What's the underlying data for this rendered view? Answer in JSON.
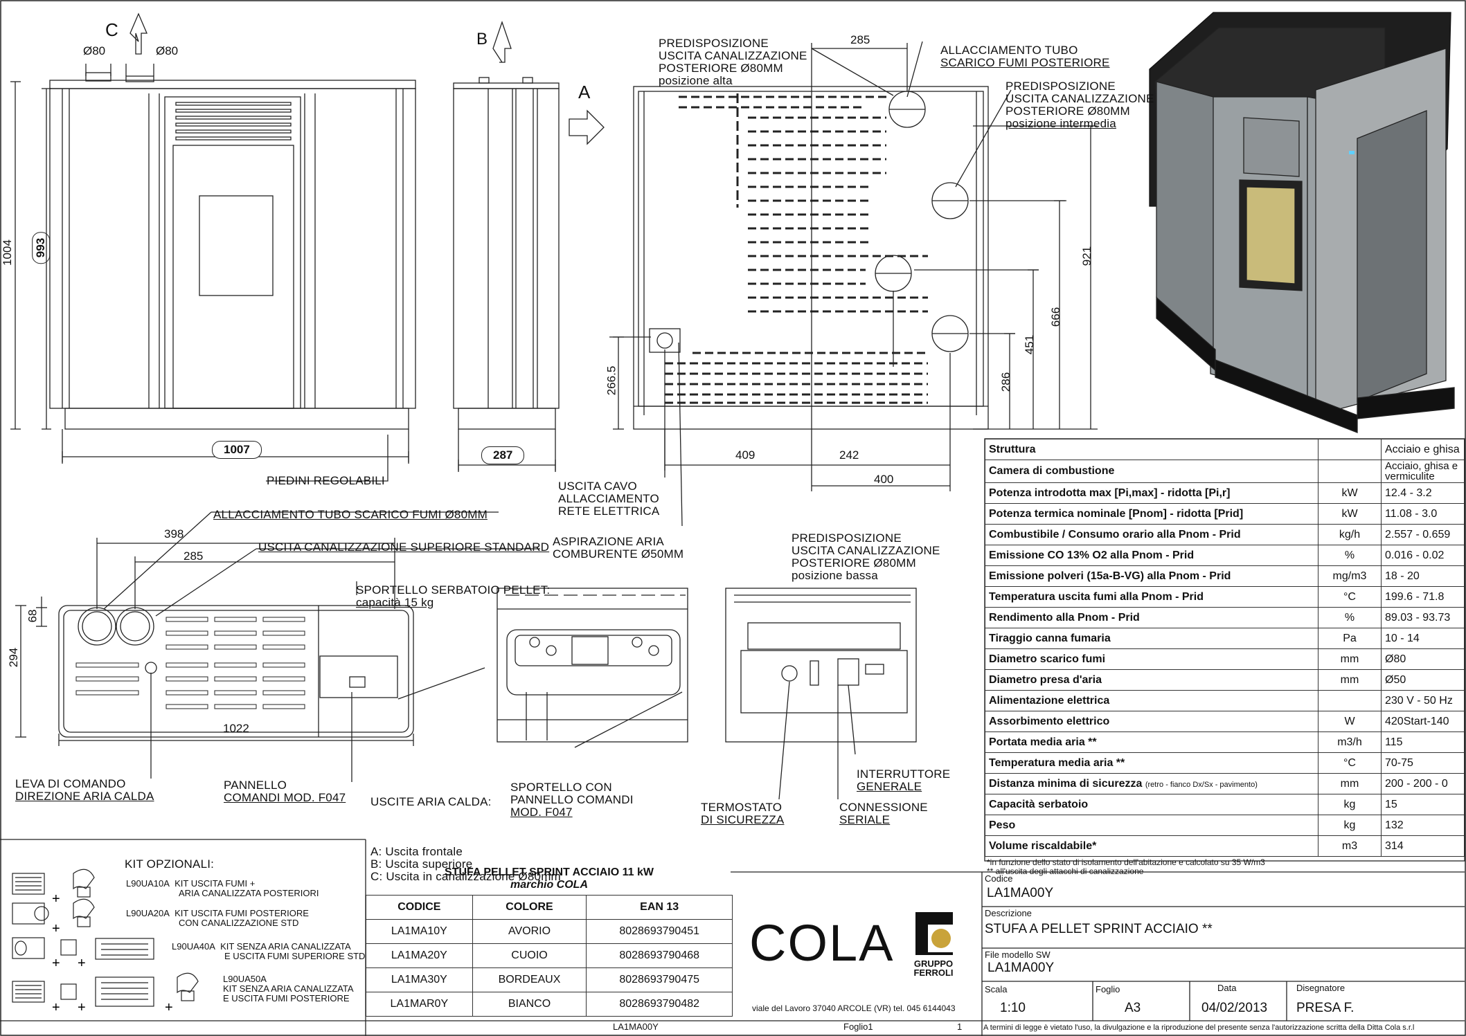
{
  "front_view": {
    "letter": "C",
    "dia_left": "Ø80",
    "dia_right": "Ø80",
    "h_total": "1004",
    "h_inner": "993",
    "width": "1007",
    "feet_label": "PIEDINI REGOLABILI"
  },
  "side_view": {
    "letter": "B",
    "depth": "287"
  },
  "rear_view": {
    "letter": "A",
    "label_top_left": [
      "PREDISPOSIZIONE",
      "USCITA CANALIZZAZIONE",
      "POSTERIORE Ø80mm",
      "posizione alta"
    ],
    "label_top_right": [
      "ALLACCIAMENTO TUBO",
      "SCARICO FUMI POSTERIORE"
    ],
    "label_mid": [
      "PREDISPOSIZIONE",
      "USCITA CANALIZZAZIONE",
      "POSTERIORE Ø80mm",
      "posizione intermedia"
    ],
    "label_cable": [
      "USCITA CAVO",
      "ALLACCIAMENTO",
      "RETE ELETTRICA"
    ],
    "label_air": [
      "ASPIRAZIONE ARIA",
      "COMBURENTE Ø50mm"
    ],
    "label_low": [
      "PREDISPOSIZIONE",
      "USCITA CANALIZZAZIONE",
      "POSTERIORE Ø80mm",
      "posizione bassa"
    ],
    "dims": {
      "d285": "285",
      "d921": "921",
      "d666": "666",
      "d451": "451",
      "d286": "286",
      "d2665": "266.5",
      "d409": "409",
      "d242": "242",
      "d400": "400"
    }
  },
  "top_view": {
    "label_flue": "ALLACCIAMENTO TUBO SCARICO FUMI Ø80mm",
    "label_channel": "USCITA CANALIZZAZIONE SUPERIORE STANDARD",
    "label_tank": [
      "SPORTELLO SERBATOIO PELLET:",
      "capacità 15 kg"
    ],
    "dims": {
      "d398": "398",
      "d285": "285",
      "d68": "68",
      "d294": "294",
      "d1022": "1022"
    },
    "label_lever": [
      "LEVA DI COMANDO",
      "DIREZIONE ARIA CALDA"
    ],
    "label_panel": [
      "PANNELLO",
      "COMANDI MOD. F047"
    ]
  },
  "details": {
    "label_door": [
      "SPORTELLO CON",
      "PANNELLO COMANDI",
      "MOD. F047"
    ],
    "label_thermo": [
      "TERMOSTATO",
      "DI SICUREZZA"
    ],
    "label_switch": [
      "INTERRUTTORE",
      "GENERALE"
    ],
    "label_serial": [
      "CONNESSIONE",
      "SERIALE"
    ]
  },
  "outlets": {
    "title": "USCITE ARIA CALDA:",
    "lines": [
      "A: Uscita frontale",
      "B: Uscita superiore",
      "C: Uscita in canalizzazione Ø80mm"
    ]
  },
  "kits": {
    "title": "KIT OPZIONALI:",
    "items": [
      {
        "code": "L90UA10A",
        "desc": [
          "KIT USCITA FUMI +",
          "ARIA CANALIZZATA POSTERIORI"
        ]
      },
      {
        "code": "L90UA20A",
        "desc": [
          "KIT USCITA FUMI POSTERIORE",
          "CON CANALIZZAZIONE STD"
        ]
      },
      {
        "code": "L90UA40A",
        "desc": [
          "KIT SENZA ARIA CANALIZZATA",
          "E USCITA FUMI SUPERIORE STD"
        ]
      },
      {
        "code": "L90UA50A",
        "desc": [
          "KIT SENZA ARIA CANALIZZATA",
          "E USCITA FUMI POSTERIORE"
        ]
      }
    ]
  },
  "codes": {
    "title": "STUFA PELLET SPRINT ACCIAIO 11 kW",
    "subtitle": "marchio  COLA",
    "headers": [
      "CODICE",
      "COLORE",
      "EAN 13"
    ],
    "rows": [
      [
        "LA1MA10Y",
        "AVORIO",
        "8028693790451"
      ],
      [
        "LA1MA20Y",
        "CUOIO",
        "8028693790468"
      ],
      [
        "LA1MA30Y",
        "BORDEAUX",
        "8028693790475"
      ],
      [
        "LA1MAR0Y",
        "BIANCO",
        "8028693790482"
      ]
    ]
  },
  "specs": [
    [
      "Struttura",
      "",
      "Acciaio e ghisa"
    ],
    [
      "Camera di combustione",
      "",
      "Acciaio, ghisa e vermiculite"
    ],
    [
      "Potenza introdotta max [Pi,max] - ridotta [Pi,r]",
      "kW",
      "12.4 - 3.2"
    ],
    [
      "Potenza termica nominale [Pnom] - ridotta [Prid]",
      "kW",
      "11.08 - 3.0"
    ],
    [
      "Combustibile / Consumo orario alla Pnom - Prid",
      "kg/h",
      "2.557 - 0.659"
    ],
    [
      "Emissione CO 13% O2  alla Pnom - Prid",
      "%",
      "0.016 - 0.02"
    ],
    [
      "Emissione polveri (15a-B-VG) alla Pnom - Prid",
      "mg/m3",
      "18 - 20"
    ],
    [
      "Temperatura uscita fumi alla Pnom - Prid",
      "°C",
      "199.6 - 71.8"
    ],
    [
      "Rendimento alla Pnom - Prid",
      "%",
      "89.03 - 93.73"
    ],
    [
      "Tiraggio canna fumaria",
      "Pa",
      "10 - 14"
    ],
    [
      "Diametro scarico fumi",
      "mm",
      "Ø80"
    ],
    [
      "Diametro presa d'aria",
      "mm",
      "Ø50"
    ],
    [
      "Alimentazione elettrica",
      "",
      "230 V - 50 Hz"
    ],
    [
      "Assorbimento elettrico",
      "W",
      "420Start-140"
    ],
    [
      "Portata media aria **",
      "m3/h",
      "115"
    ],
    [
      "Temperatura media aria **",
      "°C",
      "70-75"
    ],
    [
      "Distanza minima di sicurezza",
      "mm",
      "200 - 200 - 0"
    ],
    [
      "Capacità serbatoio",
      "kg",
      "15"
    ],
    [
      "Peso",
      "kg",
      "132"
    ],
    [
      "Volume riscaldabile*",
      "m3",
      "314"
    ]
  ],
  "spec_note_distance": "(retro - fianco Dx/Sx - pavimento)",
  "footnotes": [
    "*in funzione dello stato di isolamento dell'abitazione e calcolato su 35 W/m3",
    "** all'uscita degli attacchi di canalizzazione"
  ],
  "title_block": {
    "code_label": "Codice",
    "code": "LA1MA00Y",
    "desc_label": "Descrizione",
    "desc": "STUFA A PELLET SPRINT ACCIAIO **",
    "file_label": "File modello SW",
    "file": "LA1MA00Y",
    "scale_label": "Scala",
    "scale": "1:10",
    "sheet_label": "Foglio",
    "sheet": "A3",
    "date_label": "Data",
    "date": "04/02/2013",
    "drawer_label": "Disegnatore",
    "drawer": "PRESA F.",
    "brand": "COLA",
    "group": [
      "GRUPPO",
      "FERROLI"
    ],
    "address": "viale del Lavoro 37040  ARCOLE (VR) tel. 045 6144043",
    "legal": "A termini di legge è vietato l'uso, la divulgazione e la riproduzione del presente senza l'autorizzazione scritta della Ditta Cola s.r.l"
  },
  "footer": {
    "file": "LA1MA00Y",
    "sheet": "Foglio1",
    "page": "1"
  }
}
